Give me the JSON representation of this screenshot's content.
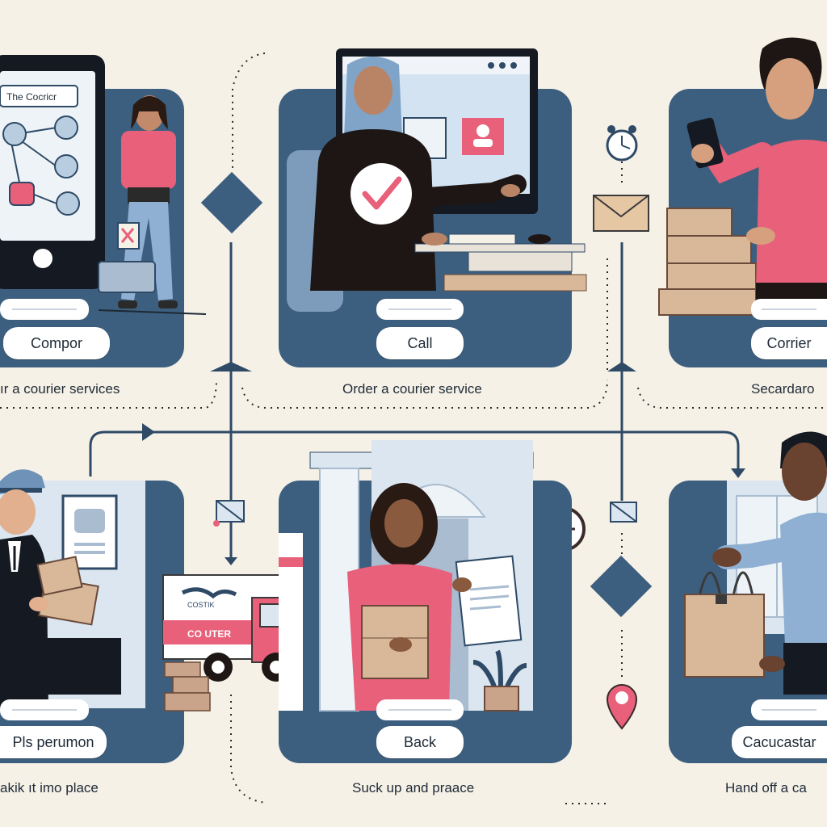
{
  "steps": [
    {
      "pill": "Compor",
      "caption": "ır a courier services"
    },
    {
      "pill": "Call",
      "caption": "Order a courier service"
    },
    {
      "pill": "Corrier",
      "caption": "Secardaro"
    },
    {
      "pill": "Pls perumon",
      "caption": "akik ıt imo place"
    },
    {
      "pill": "Back",
      "caption": "Suck up and praace"
    },
    {
      "pill": "Cacucastar",
      "caption": "Hand off a ca"
    }
  ],
  "phone_screen_title": "The Cocricr",
  "truck_logo": "COSTIK",
  "truck_text": "CO UTER",
  "colors": {
    "navy": "#3d5f7f",
    "pink": "#e8607a",
    "cream": "#f6f1e7"
  }
}
